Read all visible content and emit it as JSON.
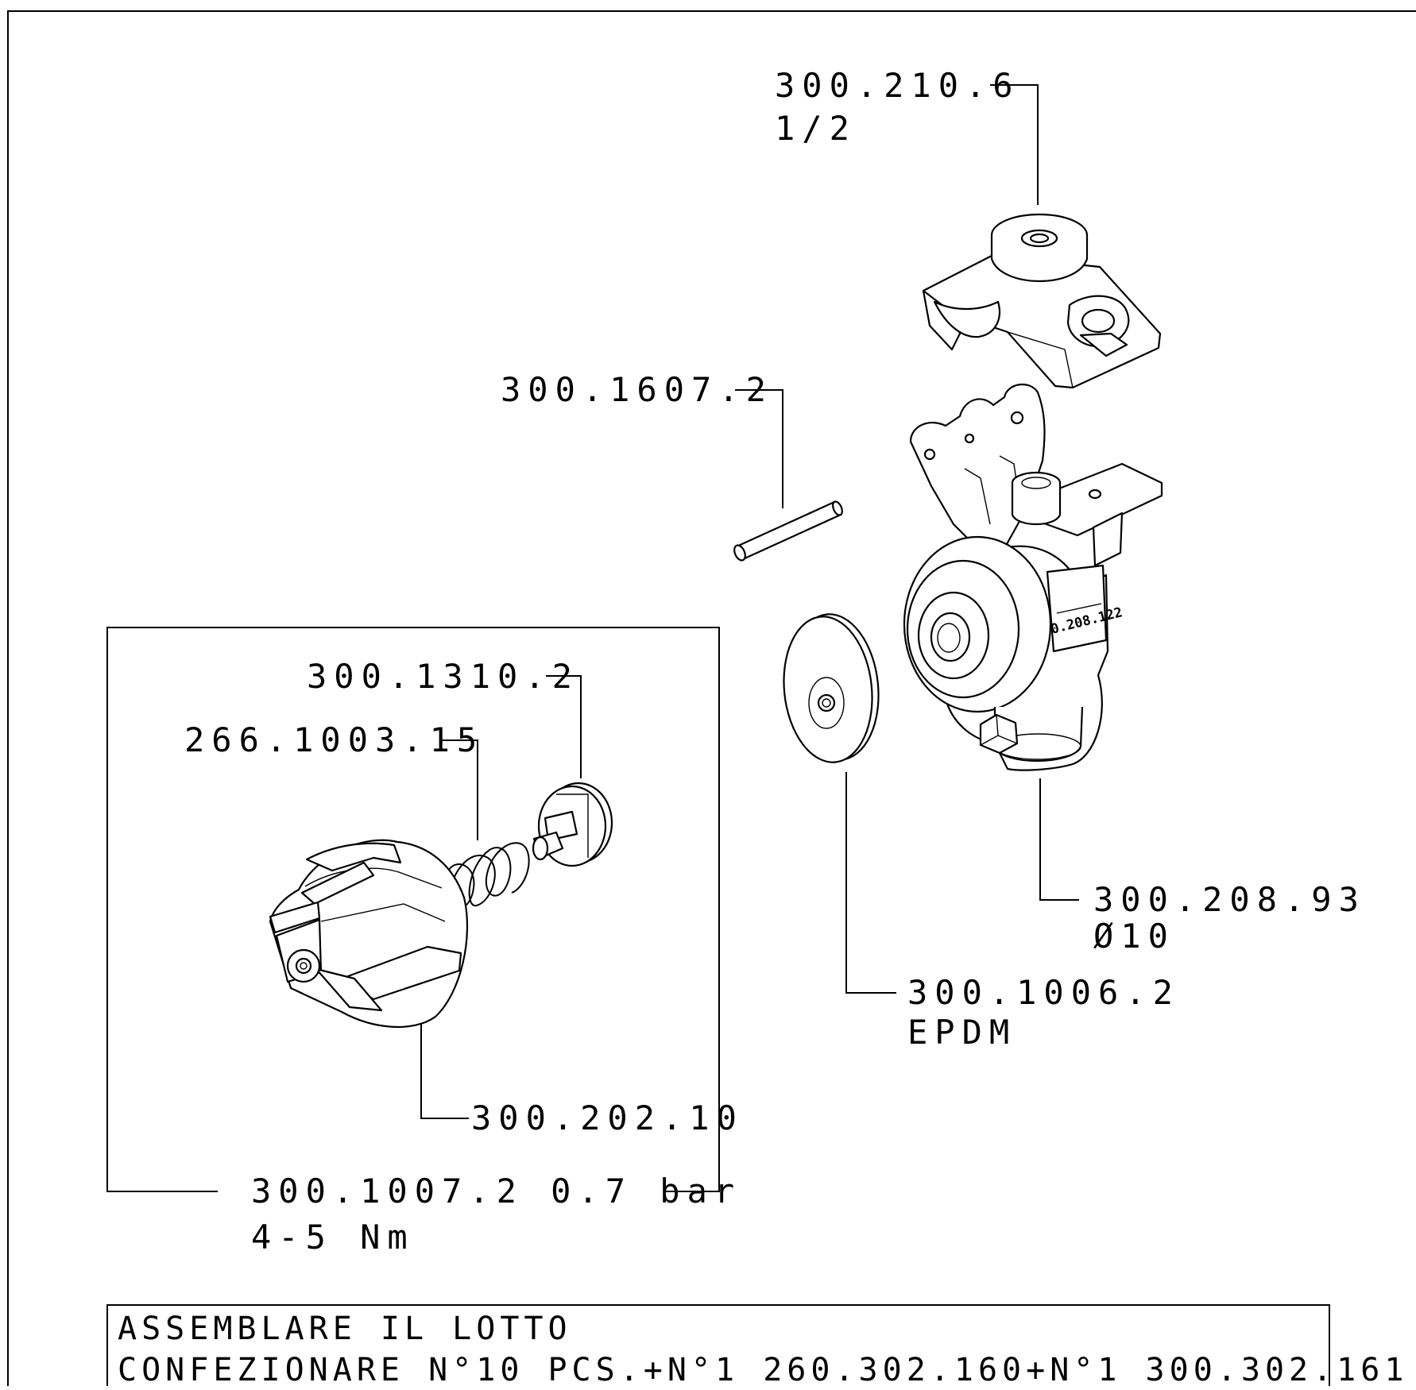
{
  "callouts": {
    "clamp_top": {
      "code": "300.210.6",
      "spec": "1/2"
    },
    "pin": {
      "code": "300.1607.2"
    },
    "ball_seat": {
      "code": "300.1310.2"
    },
    "spring": {
      "code": "266.1003.15"
    },
    "cap": {
      "code": "300.202.10"
    },
    "valve_kit": {
      "code": "300.1007.2 0.7 bar",
      "spec": "4-5 Nm"
    },
    "diaphragm": {
      "code": "300.1006.2",
      "spec": "EPDM"
    },
    "body": {
      "code": "300.208.93",
      "spec": "Ø10"
    }
  },
  "body_marking": "0.208.122",
  "note": {
    "line1": "ASSEMBLARE IL LOTTO",
    "line2": "CONFEZIONARE N°10 PCS.+N°1 260.302.160+N°1 300.302.161"
  }
}
